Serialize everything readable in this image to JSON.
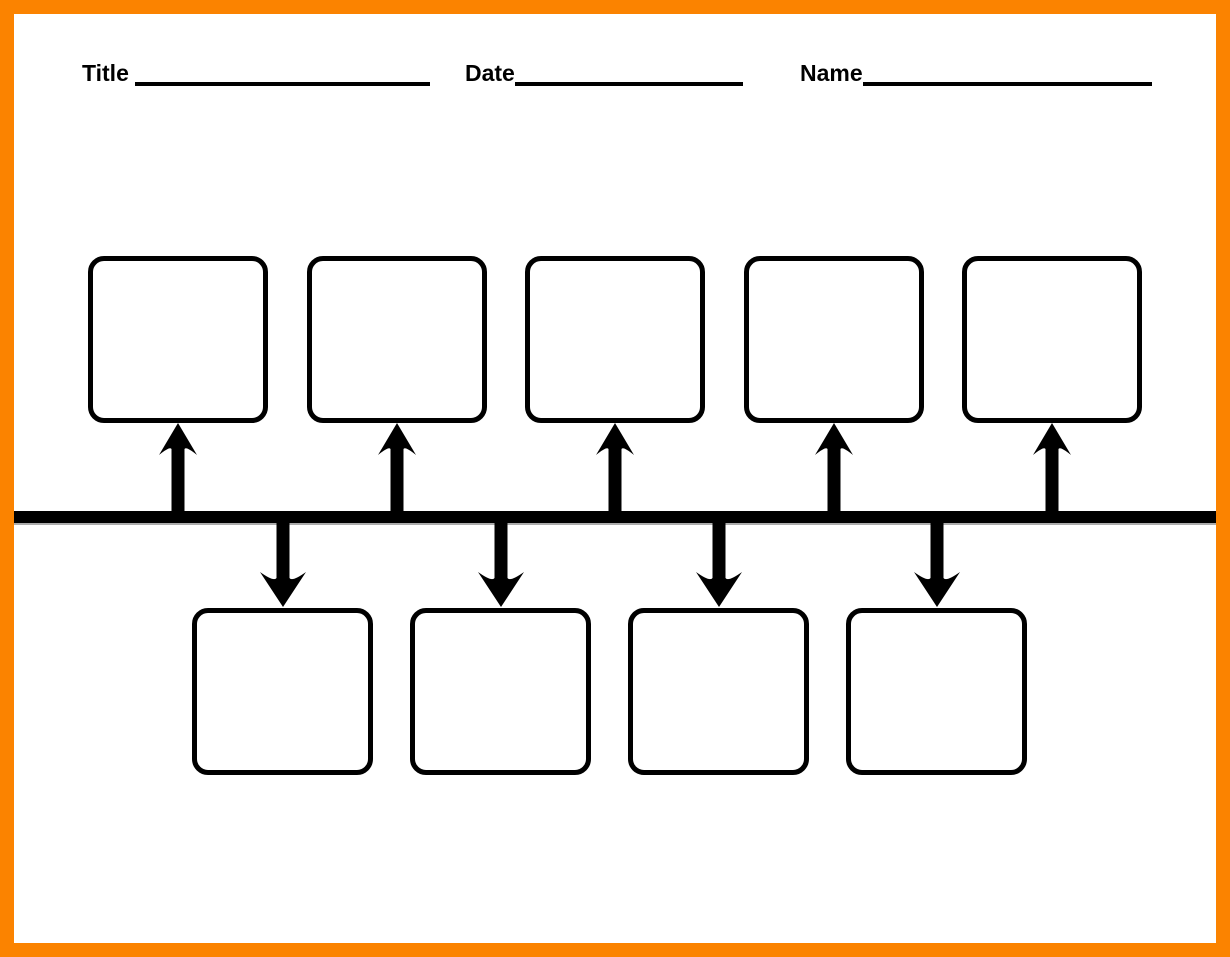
{
  "header": {
    "fields": [
      {
        "label": "Title",
        "value": ""
      },
      {
        "label": "Date",
        "value": ""
      },
      {
        "label": "Name",
        "value": ""
      }
    ]
  },
  "timeline": {
    "top_box_count": 5,
    "bottom_box_count": 4,
    "up_arrow_count": 5,
    "down_arrow_count": 4,
    "boxes_text": ""
  },
  "colors": {
    "frame_orange": "#fb8300",
    "ink_black": "#000000",
    "background_white": "#ffffff",
    "line_shadow_gray": "#ababab"
  }
}
